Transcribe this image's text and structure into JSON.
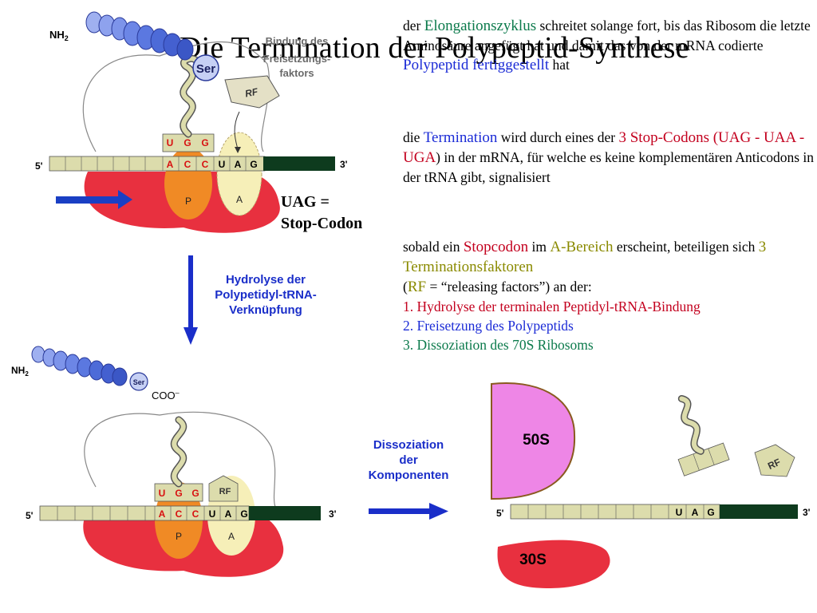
{
  "title": "Die Termination der Polypeptid-Synthese",
  "paragraph1": {
    "t1": "der ",
    "t2": "Elongationszyklus",
    "t3": " schreitet solange fort, bis das Ribosom die letzte Aminosäure angefügt hat und damit das von der mRNA codierte ",
    "t4": "Polypeptid fertiggestellt",
    "t5": " hat"
  },
  "paragraph2": {
    "t1": "die ",
    "t2": "Termination",
    "t3": " wird durch eines der ",
    "t4": "3 Stop-Codons (UAG - UAA - UGA",
    "t5": ") in der mRNA, für welche es keine komplementären Anticodons in der tRNA gibt, signalisiert"
  },
  "paragraph3": {
    "t1": "sobald ein ",
    "t2": "Stopcodon",
    "t3": " im ",
    "t4": "A-Bereich",
    "t5": " erscheint, beteiligen sich ",
    "t6": "3 Terminationsfaktoren",
    "t7": "(",
    "t8": "RF",
    "t9": " = “releasing factors”) an der:",
    "items": [
      "1. Hydrolyse der terminalen Peptidyl-tRNA-Bindung",
      "2. Freisetzung des Polypeptids",
      "3. Dissoziation des 70S Ribosoms"
    ]
  },
  "labels": {
    "uag_stop": "UAG =",
    "uag_stop2": "Stop-Codon",
    "hydrolyse": [
      "Hydrolyse der",
      "Polypetidyl-tRNA-",
      "Verknüpfung"
    ],
    "dissoziation": [
      "Dissoziation",
      "der",
      "Komponenten"
    ],
    "freisetzung": [
      "Bindung des",
      "Freisetzungs-",
      "faktors"
    ],
    "nh2": "NH",
    "sub2": "2",
    "ser": "Ser",
    "coo": "COO",
    "rf": "RF",
    "p": "P",
    "a": "A",
    "five": "5'",
    "three": "3'",
    "s50": "50S",
    "s30": "30S"
  },
  "codons": {
    "ugg": [
      "U",
      "G",
      "G"
    ],
    "acc": [
      "A",
      "C",
      "C"
    ],
    "uag": [
      "U",
      "A",
      "G"
    ]
  },
  "colors": {
    "ribosome_red": "#e8303f",
    "p_site": "#f08a25",
    "a_site": "#f6efb8",
    "mrna": "#dcdcac",
    "blue_text": "#1b2bd6",
    "green_text": "#0b7a4b",
    "red_text": "#c3001e",
    "subunit_50s": "#ee86e6"
  }
}
